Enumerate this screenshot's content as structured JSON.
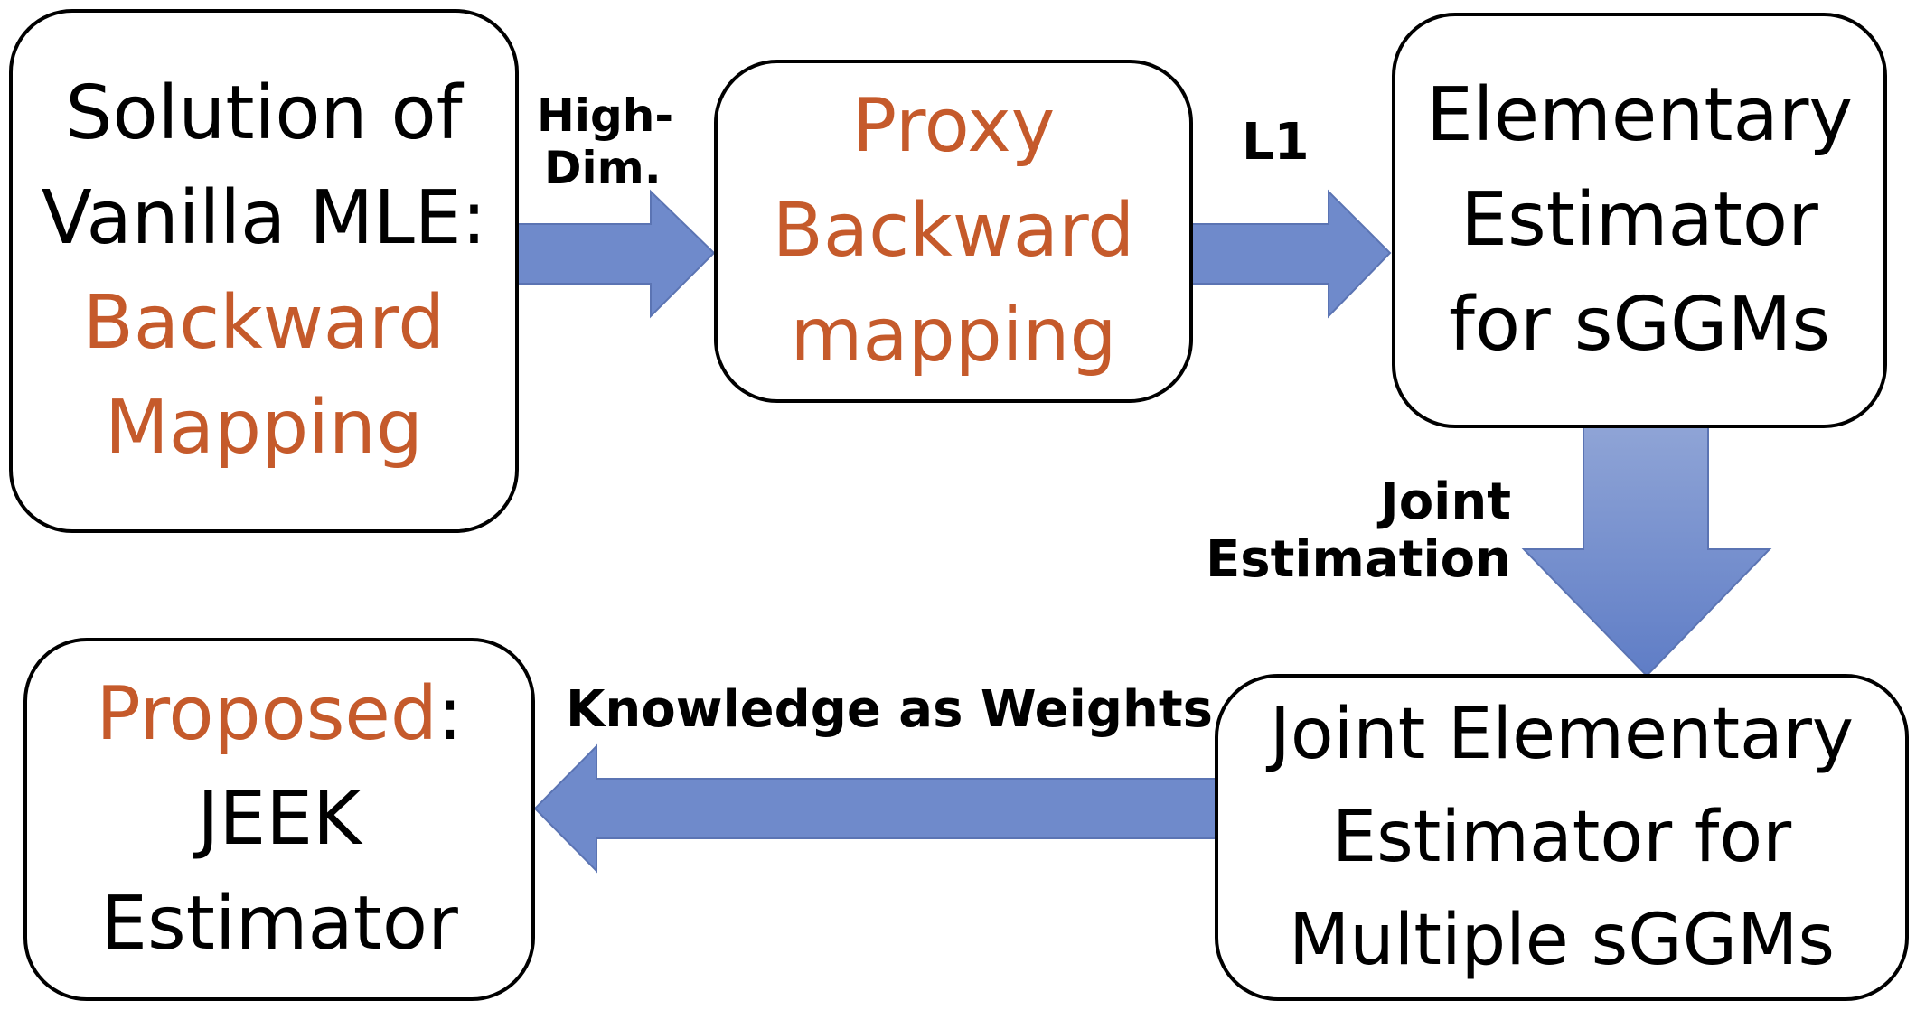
{
  "colors": {
    "accent_text": "#C55A2B",
    "arrow_fill": "#6F8ACB",
    "box_border": "#000000",
    "text": "#000000"
  },
  "nodes": {
    "vanilla_mle": {
      "line1": "Solution of",
      "line2": "Vanilla MLE:",
      "line3": "Backward",
      "line4": "Mapping"
    },
    "proxy_backward": {
      "line1": "Proxy",
      "line2": "Backward",
      "line3": "mapping"
    },
    "elementary_estimator": {
      "line1": "Elementary",
      "line2": "Estimator",
      "line3": "for sGGMs"
    },
    "joint_elementary": {
      "line1": "Joint Elementary",
      "line2": "Estimator for",
      "line3": "Multiple sGGMs"
    },
    "proposed": {
      "line1_accent": "Proposed",
      "line1_suffix": ":",
      "line2": "JEEK",
      "line3": "Estimator"
    }
  },
  "edges": {
    "high_dim": {
      "line1": "High-",
      "line2": "Dim."
    },
    "l1": {
      "label": "L1"
    },
    "joint_estimation": {
      "line1": "Joint",
      "line2": "Estimation"
    },
    "knowledge_as_weights": {
      "label": "Knowledge as Weights"
    }
  }
}
